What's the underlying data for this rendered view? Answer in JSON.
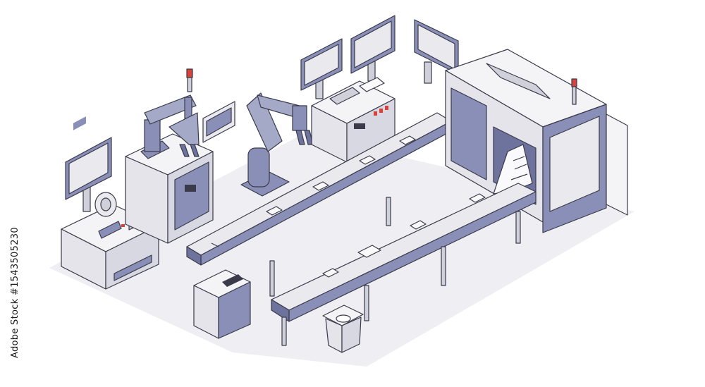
{
  "watermark": {
    "brand": "Adobe Stock",
    "number": "#1543505230",
    "text_color": "#1a1a1a"
  },
  "colors": {
    "primary": "#8a8fb8",
    "dark": "#6e739e",
    "light": "#e9e9ee",
    "mid": "#cfd0da",
    "white": "#fafafc",
    "outline": "#3a3a4a",
    "signal_red": "#d9413b"
  },
  "scene_objects": [
    "monitor-left",
    "desk-left",
    "robot-arm-left",
    "cabinet-left",
    "robot-arm-center",
    "control-station-back",
    "monitors-back",
    "conveyor-back",
    "conveyor-front",
    "control-panel-front",
    "cnc-machine",
    "output-bin",
    "printed-sheet"
  ]
}
